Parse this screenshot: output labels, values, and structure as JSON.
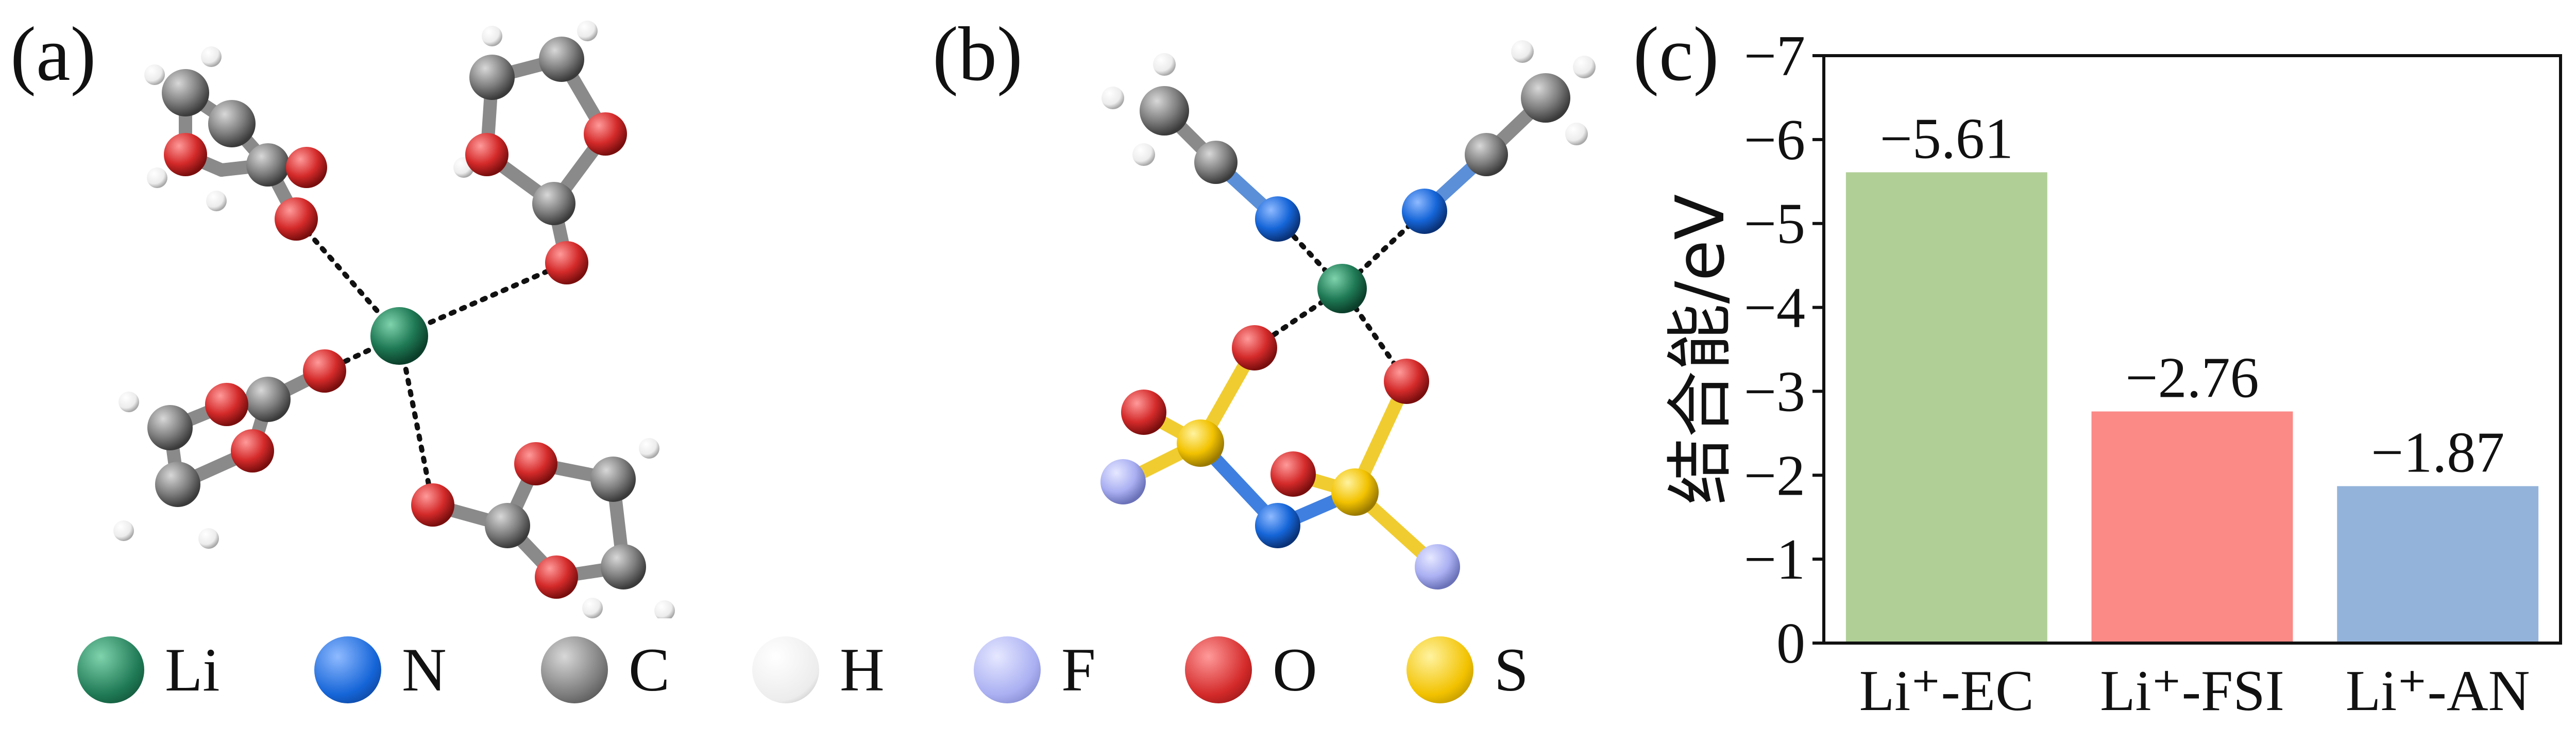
{
  "panels": {
    "a": "(a)",
    "b": "(b)",
    "c": "(c)"
  },
  "legend": [
    {
      "symbol": "Li",
      "color": "#1f7a55"
    },
    {
      "symbol": "N",
      "color": "#1565d8"
    },
    {
      "symbol": "C",
      "color": "#7d7d7d"
    },
    {
      "symbol": "H",
      "color": "#f2f2f2"
    },
    {
      "symbol": "F",
      "color": "#aab0f2"
    },
    {
      "symbol": "O",
      "color": "#d42a2a"
    },
    {
      "symbol": "S",
      "color": "#f2c200"
    }
  ],
  "chart_data": {
    "type": "bar",
    "categories": [
      "Li⁺-EC",
      "Li⁺-FSI",
      "Li⁺-AN"
    ],
    "values": [
      -5.61,
      -2.76,
      -1.87
    ],
    "value_labels": [
      "−5.61",
      "−2.76",
      "−1.87"
    ],
    "bar_colors": [
      "#b0cf97",
      "#fb8986",
      "#93b3db"
    ],
    "ylabel": "结合能/eV",
    "ylim": [
      0,
      -7
    ],
    "yticks": [
      0,
      -1,
      -2,
      -3,
      -4,
      -5,
      -6,
      -7
    ],
    "ytick_labels": [
      "0",
      "−1",
      "−2",
      "−3",
      "−4",
      "−5",
      "−6",
      "−7"
    ],
    "y_inverted": true,
    "grid": false
  }
}
